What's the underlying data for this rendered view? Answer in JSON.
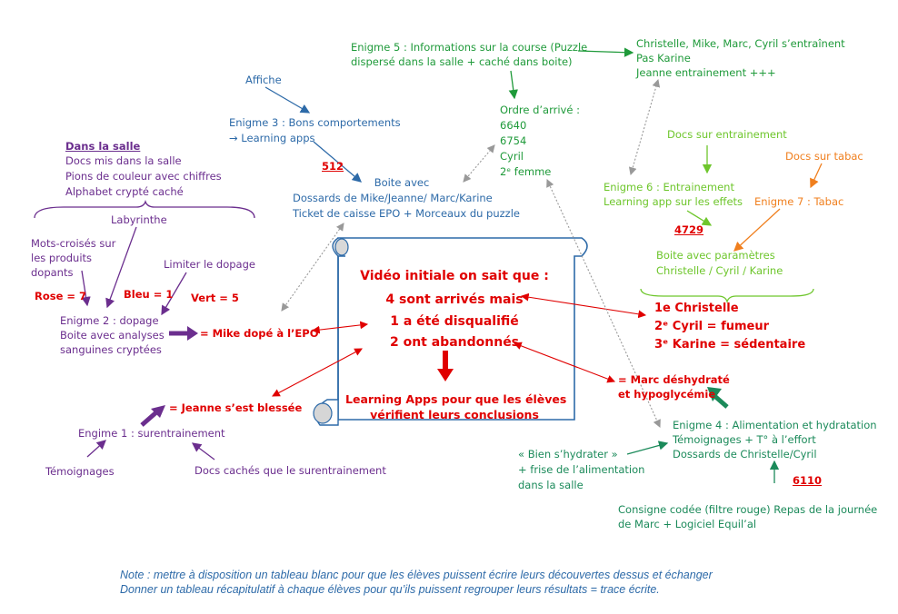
{
  "scroll": {
    "title": "Vidéo initiale on sait que :",
    "line1": "4 sont arrivés mais",
    "line2": "1 a été disqualifié",
    "line3": "2 ont abandonnés",
    "bottom1": "Learning Apps pour que les élèves",
    "bottom2": "vérifient leurs conclusions"
  },
  "salle": {
    "title": "Dans la salle",
    "items": [
      "Docs mis dans la salle",
      "Pions de couleur avec chiffres",
      "Alphabet crypté caché"
    ],
    "labyrinthe": "Labyrinthe",
    "mots_croises": [
      "Mots-croisés sur",
      "les produits",
      "dopants"
    ],
    "limiter": "Limiter le dopage",
    "rose": "Rose = 7",
    "bleu": "Bleu = 1",
    "vert": "Vert = 5"
  },
  "enigme2": [
    "Enigme 2 : dopage",
    "Boite avec analyses",
    "sanguines cryptées"
  ],
  "mike": "= Mike dopé à l’EPO",
  "jeanne": "= Jeanne s’est blessée",
  "enigme1": {
    "title": "Engime 1 : surentrainement",
    "temoignages": "Témoignages",
    "docs": "Docs cachés que le surentrainement"
  },
  "enigme3": {
    "affiche": "Affiche",
    "title": "Enigme 3 : Bons comportements",
    "sub": "→ Learning apps",
    "code": "512",
    "boite": [
      "Boite avec",
      "Dossards de Mike/Jeanne/ Marc/Karine",
      "Ticket de caisse EPO + Morceaux du puzzle"
    ]
  },
  "enigme5": {
    "title": [
      "Enigme 5 : Informations sur la course (Puzzle",
      "dispersé dans la salle + caché dans boite)"
    ],
    "result": [
      "Christelle, Mike, Marc, Cyril s’entraînent",
      "Pas Karine",
      "Jeanne entrainement +++"
    ],
    "ordre": [
      "Ordre d’arrivé :",
      "6640",
      "6754",
      "Cyril",
      "2ᵉ femme"
    ]
  },
  "enigme6": {
    "docs": "Docs sur entrainement",
    "title": [
      "Enigme 6 : Entrainement",
      "Learning app sur les effets"
    ],
    "code": "4729",
    "boite": [
      "Boite avec paramètres",
      "Christelle / Cyril / Karine"
    ]
  },
  "enigme7": {
    "docs": "Docs sur tabac",
    "title": "Enigme 7 : Tabac"
  },
  "classement": [
    "1e Christelle",
    "2ᵉ Cyril = fumeur",
    "3ᵉ Karine = sédentaire"
  ],
  "marc": [
    "= Marc déshydraté",
    "et hypoglycémie"
  ],
  "enigme4": {
    "title": [
      "Enigme 4 : Alimentation et hydratation",
      "Témoignages + T° à l’effort",
      "Dossards de Christelle/Cyril"
    ],
    "code": "6110",
    "hydrater": [
      "« Bien s’hydrater »",
      " + frise de l’alimentation",
      "dans la salle"
    ],
    "consigne": [
      "Consigne codée (filtre rouge) Repas de la journée",
      "de Marc + Logiciel Equil’al"
    ]
  },
  "note": [
    "Note : mettre à disposition un tableau  blanc pour que les élèves puissent écrire leurs découvertes dessus et échanger",
    "Donner un tableau récapitulatif à chaque élèves pour qu’ils puissent regrouper leurs résultats = trace écrite."
  ],
  "colors": {
    "purple": "#6b2e8e",
    "blue": "#2d6aa8",
    "green": "#1f9a3a",
    "light_green": "#6ec62c",
    "orange": "#f07f1e",
    "dark_green": "#1b8a5a",
    "red": "#e00000"
  }
}
